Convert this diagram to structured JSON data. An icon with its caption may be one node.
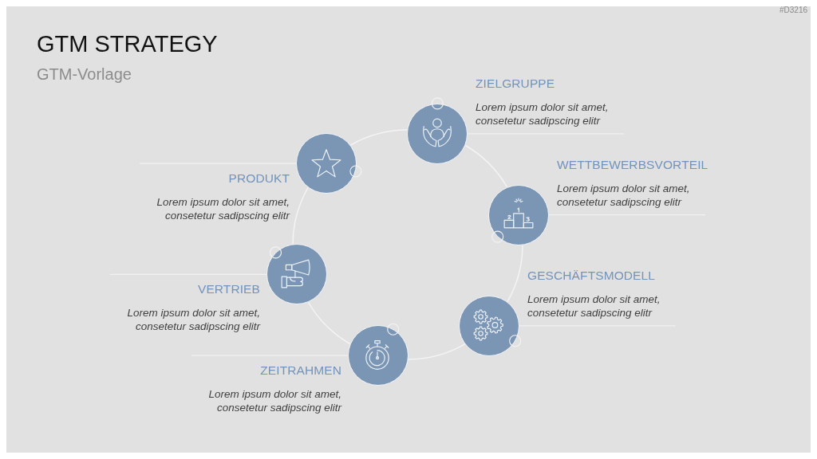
{
  "diagram": {
    "title": "GTM STRATEGY",
    "nodes": [
      {
        "text": [],
        "shape": "circle",
        "beside": [
          "ZIELGRUPPE",
          "Lorem ipsum dolor sit amet, consetetur sadipscing elitr"
        ]
      },
      {
        "text": [],
        "shape": "circle",
        "beside": [
          "WETTBEWERBSVORTEIL",
          "Lorem ipsum dolor sit amet, consetetur sadipscing elitr"
        ]
      },
      {
        "text": [],
        "shape": "circle",
        "beside": [
          "GESCHÄFTSMODELL",
          "Lorem ipsum dolor sit amet, consetetur sadipscing elitr"
        ]
      },
      {
        "text": [],
        "shape": "circle",
        "beside": [
          "ZEITRAHMEN",
          "Lorem ipsum dolor sit amet, consetetur sadipscing elitr"
        ]
      },
      {
        "text": [],
        "shape": "circle",
        "beside": [
          "VERTRIEB",
          "Lorem ipsum dolor sit amet, consetetur sadipscing elitr"
        ]
      },
      {
        "text": [],
        "shape": "circle",
        "beside": [
          "PRODUKT",
          "Lorem ipsum dolor sit amet, consetetur sadipscing elitr"
        ]
      }
    ],
    "edges": [
      {
        "from": 0,
        "to": 1,
        "arrow": "none"
      },
      {
        "from": 1,
        "to": 2,
        "arrow": "none"
      },
      {
        "from": 2,
        "to": 3,
        "arrow": "none"
      },
      {
        "from": 3,
        "to": 4,
        "arrow": "none"
      },
      {
        "from": 4,
        "to": 5,
        "arrow": "none"
      },
      {
        "from": 5,
        "to": 0,
        "arrow": "none"
      }
    ],
    "labels": [
      "#D3216",
      "GTM-Vorlage"
    ]
  }
}
